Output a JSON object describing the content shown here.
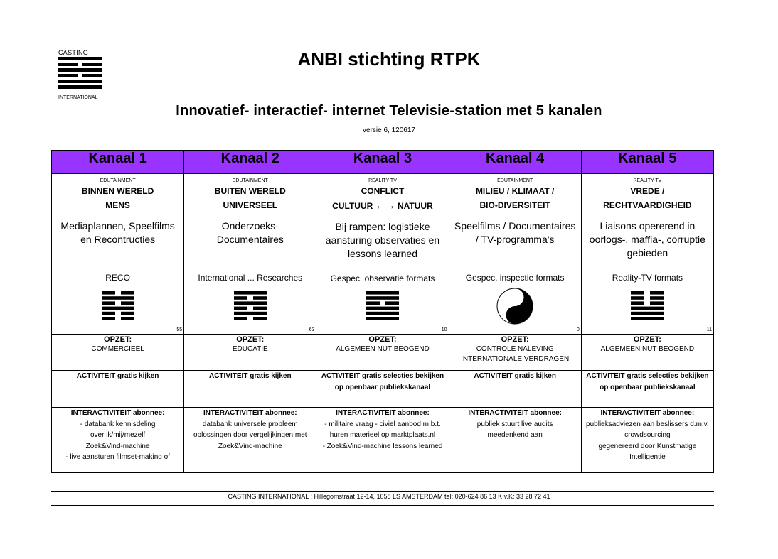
{
  "logo": {
    "top_text": "CASTING",
    "bottom_text": "INTERNATIONAL"
  },
  "title": "ANBI stichting RTPK",
  "subtitle": "Innovatief- interactief- internet Televisie-station met 5 kanalen",
  "version": "versie 6, 120617",
  "channels": [
    {
      "name": "Kanaal 1",
      "genre": "EDUTAINMENT",
      "title_line1": "BINNEN WERELD",
      "title_line2": "MENS",
      "description": "Mediaplannen, Speelfilms en Recontructies",
      "format": "RECO",
      "symbol": "hexagram",
      "hexagram_lines": [
        "broken",
        "solid",
        "broken",
        "solid",
        "broken",
        "broken"
      ],
      "number": "55",
      "opzet_label": "OPZET:",
      "opzet": "COMMERCIEEL",
      "activiteit": "ACTIVITEIT gratis kijken",
      "interactiviteit_label": "INTERACTIVITEIT abonnee:",
      "interactiviteit": [
        "- databank kennisdeling",
        "over ik/mij/mezelf",
        "Zoek&Vind-machine",
        "- live aansturen filmset-making of"
      ]
    },
    {
      "name": "Kanaal 2",
      "genre": "EDUTAINMENT",
      "title_line1": "BUITEN WERELD",
      "title_line2": "UNIVERSEEL",
      "description": "Onderzoeks-Documentaires",
      "format": "International ... Researches",
      "symbol": "hexagram",
      "hexagram_lines": [
        "solid",
        "broken",
        "solid",
        "broken",
        "solid",
        "broken"
      ],
      "number": "63",
      "opzet_label": "OPZET:",
      "opzet": "EDUCATIE",
      "activiteit": "ACTIVITEIT gratis kijken",
      "interactiviteit_label": "INTERACTIVITEIT abonnee:",
      "interactiviteit": [
        "databank universele probleem",
        "oplossingen door vergelijkingen met",
        "Zoek&Vind-machine"
      ]
    },
    {
      "name": "Kanaal 3",
      "genre": "REALITY-TV",
      "title_line1": "CONFLICT",
      "title_line2_left": "CULTUUR",
      "title_line2_arrow": "←→",
      "title_line2_right": "NATUUR",
      "description": "Bij rampen: logistieke aansturing observaties en lessons learned",
      "format": "Gespec. observatie formats",
      "symbol": "hexagram",
      "hexagram_lines": [
        "solid",
        "solid",
        "broken",
        "solid",
        "solid",
        "solid"
      ],
      "number": "10",
      "opzet_label": "OPZET:",
      "opzet": "ALGEMEEN NUT BEOGEND",
      "activiteit": "ACTIVITEIT gratis selecties bekijken op openbaar publiekskanaal",
      "interactiviteit_label": "INTERACTIVITEIT abonnee:",
      "interactiviteit": [
        "-  militaire vraag - civiel aanbod m.b.t.",
        "huren materieel op marktplaats.nl",
        "- Zoek&Vind-machine lessons learned"
      ]
    },
    {
      "name": "Kanaal 4",
      "genre": "EDUTAINMENT",
      "title_line1": "MILIEU / KLIMAAT /",
      "title_line2": "BIO-DIVERSITEIT",
      "description": "Speelfilms / Documentaires / TV-programma's",
      "format": "Gespec. inspectie formats",
      "symbol": "yin-yang",
      "number": "0",
      "opzet_label": "OPZET:",
      "opzet": "CONTROLE NALEVING INTERNATIONALE VERDRAGEN",
      "activiteit": "ACTIVITEIT gratis kijken",
      "interactiviteit_label": "INTERACTIVITEIT abonnee:",
      "interactiviteit": [
        "publiek stuurt live audits",
        "meedenkend aan"
      ]
    },
    {
      "name": "Kanaal 5",
      "genre": "REALITY-TV",
      "title_line1": "VREDE /",
      "title_line2": "RECHTVAARDIGHEID",
      "description": "Liaisons opererend in oorlogs-, maffia-, corruptie gebieden",
      "format": "Reality-TV formats",
      "symbol": "hexagram",
      "hexagram_lines": [
        "broken",
        "broken",
        "broken",
        "solid",
        "solid",
        "solid"
      ],
      "number": "11",
      "opzet_label": "OPZET:",
      "opzet": "ALGEMEEN NUT BEOGEND",
      "activiteit": "ACTIVITEIT gratis selecties bekijken op openbaar publiekskanaal",
      "interactiviteit_label": "INTERACTIVITEIT abonnee:",
      "interactiviteit": [
        "publieksadviezen aan beslissers d.m.v.",
        "crowdsourcing",
        "gegenereerd door Kunstmatige",
        "Intelligentie"
      ]
    }
  ],
  "footer": "CASTING INTERNATIONAL  : Hillegomstraat 12-14, 1058 LS AMSTERDAM    tel: 020-624 86 13   K.v.K: 33 28 72 41",
  "colors": {
    "header_bg": "#9933ff"
  }
}
